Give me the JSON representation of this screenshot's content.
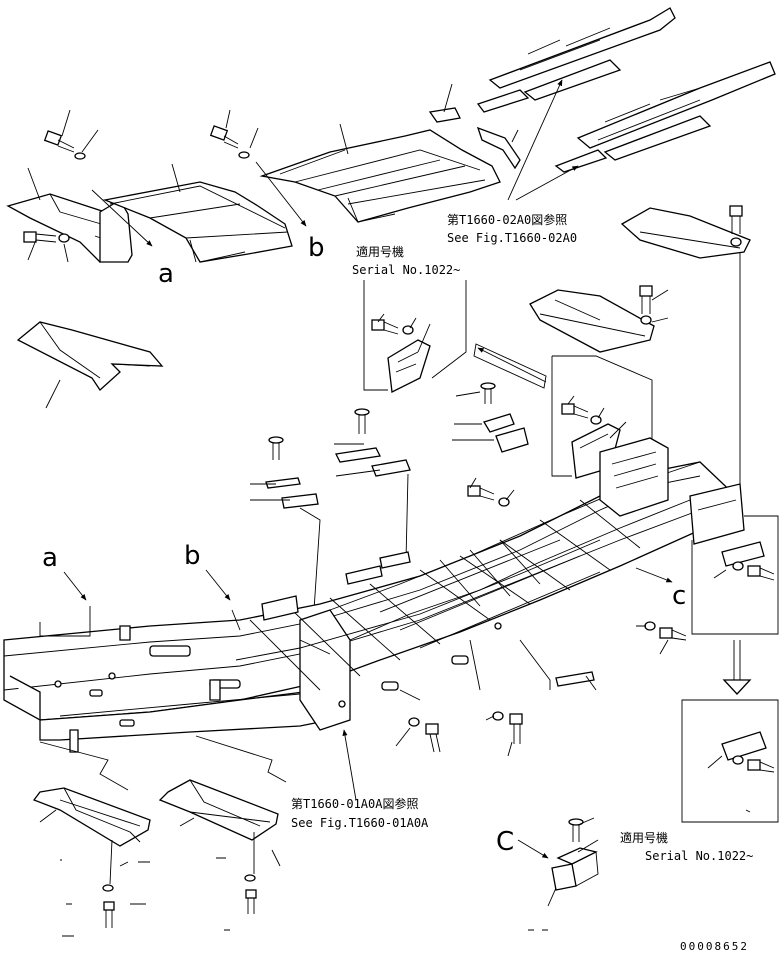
{
  "labels": {
    "a_top": "a",
    "b_top": "b",
    "a_frame": "a",
    "b_frame": "b",
    "c_right": "c",
    "c_bottom": "C"
  },
  "refs": {
    "ref_02a0_jp": "第T1660-02A0図参照",
    "ref_02a0_en": "See Fig.T1660-02A0",
    "ref_01a0a_jp": "第T1660-01A0A図参照",
    "ref_01a0a_en": "See Fig.T1660-01A0A"
  },
  "serials": {
    "top_jp": "適用号機",
    "top_en": "Serial No.1022~",
    "bottom_jp": "適用号機",
    "bottom_en": "Serial No.1022~"
  },
  "drawing_number": "00008652",
  "colors": {
    "line": "#000000",
    "background": "#ffffff"
  }
}
